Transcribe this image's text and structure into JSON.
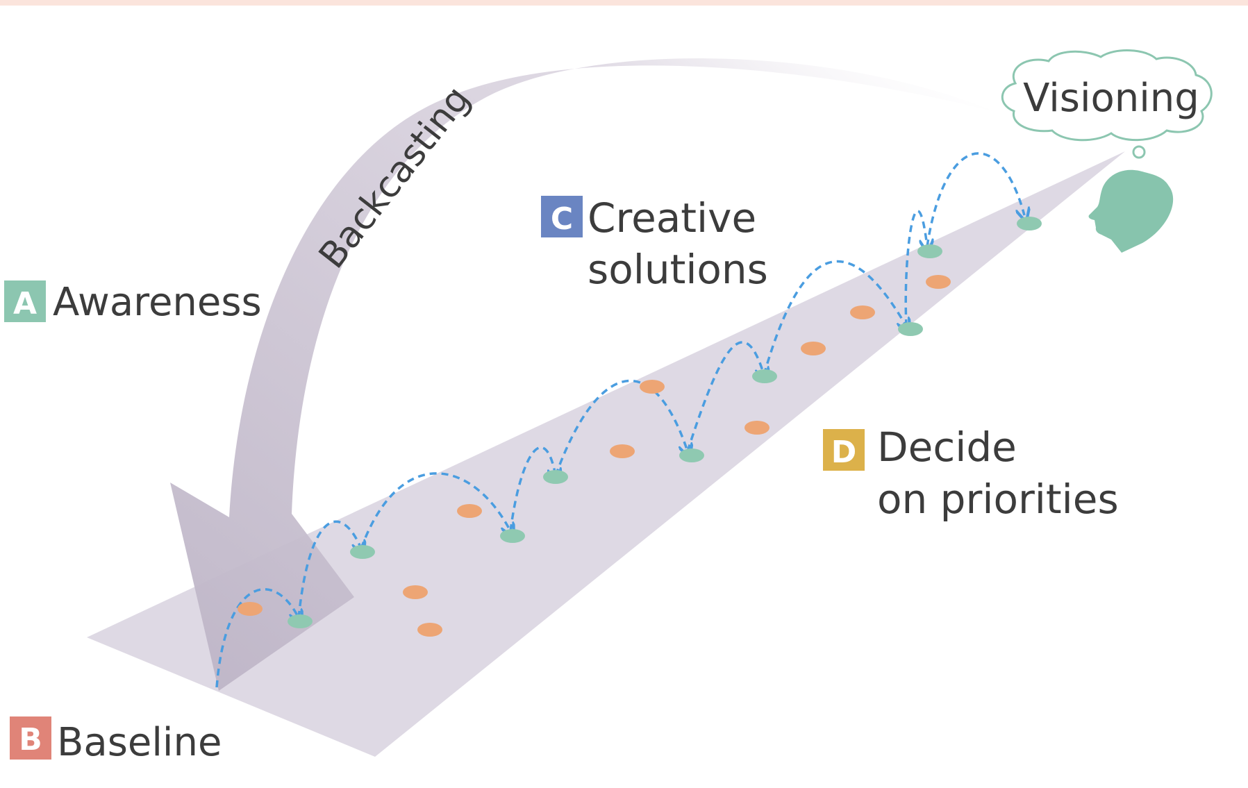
{
  "labels": {
    "a": {
      "badge": "A",
      "text": "Awareness",
      "color": "#8cc6b0"
    },
    "b": {
      "badge": "B",
      "text": "Baseline",
      "color": "#e08478"
    },
    "c": {
      "badge": "C",
      "line1": "Creative",
      "line2": "solutions",
      "color": "#6a85c2"
    },
    "d": {
      "badge": "D",
      "line1": "Decide",
      "line2": "on priorities",
      "color": "#dcb14a"
    },
    "visioning": "Visioning",
    "backcasting": "Backcasting"
  },
  "colors": {
    "path": "#d8d2df",
    "arrow": "#c4bccb",
    "green_dot": "#8fc9b1",
    "orange_dot": "#eda574",
    "dashed": "#4a9de0",
    "head": "#87c4ad",
    "cloud_stroke": "#8cc6b0"
  }
}
